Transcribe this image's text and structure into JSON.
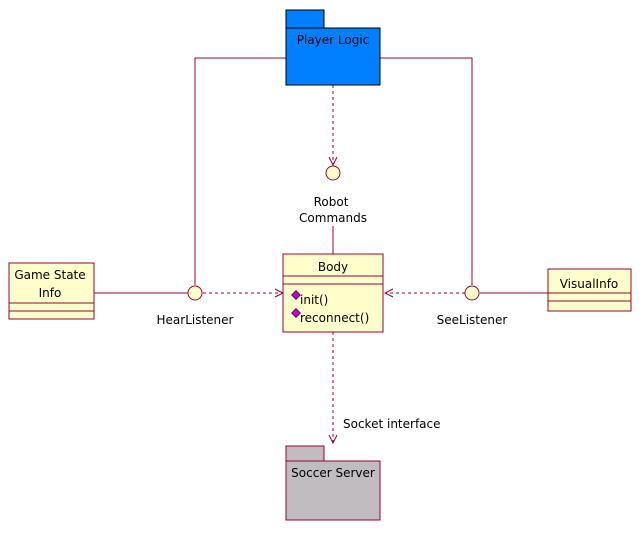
{
  "diagram": {
    "packages": {
      "player_logic": {
        "name": "Player Logic",
        "fill": "#0080ff"
      },
      "soccer_server": {
        "name": "Soccer Server",
        "fill": "#c0bcc0"
      }
    },
    "classes": {
      "game_state_info": {
        "name_line1": "Game State",
        "name_line2": "Info"
      },
      "body": {
        "name": "Body",
        "operations": [
          "init()",
          "reconnect()"
        ]
      },
      "visual_info": {
        "name": "VisualInfo"
      }
    },
    "interfaces": {
      "robot_commands": {
        "line1": "Robot",
        "line2": "Commands"
      },
      "hear_listener": "HearListener",
      "see_listener": "SeeListener"
    },
    "edge_labels": {
      "socket_interface": "Socket interface"
    },
    "colors": {
      "class_fill": "#ffffcc",
      "border": "#990033",
      "operation_icon": "#cc00cc",
      "interface_fill": "#ffffcc"
    }
  }
}
